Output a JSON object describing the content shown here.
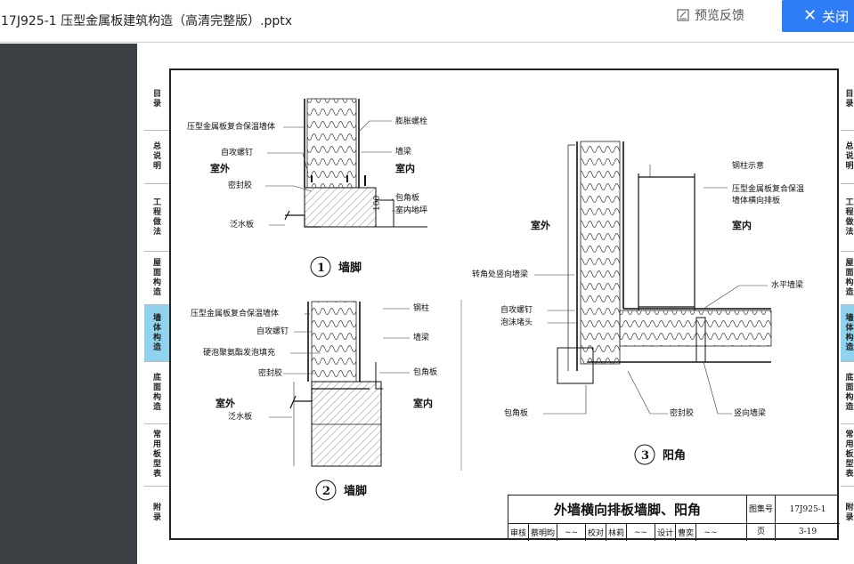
{
  "header": {
    "doc_title": "17J925-1 压型金属板建筑构造（高清完整版）.pptx",
    "feedback_label": "预览反馈",
    "close_label": "关闭"
  },
  "tabs": [
    {
      "label": "目录",
      "active": false
    },
    {
      "label": "总说明",
      "active": false
    },
    {
      "label": "工程做法",
      "active": false
    },
    {
      "label": "屋面构造",
      "active": false
    },
    {
      "label": "墙体构造",
      "active": true
    },
    {
      "label": "底面构造",
      "active": false
    },
    {
      "label": "常用板型表",
      "active": false
    },
    {
      "label": "附录",
      "active": false
    }
  ],
  "drawing": {
    "d1": {
      "labels": {
        "panel": "压型金属板复合保温墙体",
        "screw": "自攻螺钉",
        "outside": "室外",
        "sealant": "密封胶",
        "flashing": "泛水板",
        "bolt": "膨胀螺栓",
        "girt": "墙梁",
        "inside": "室内",
        "corner": "包角板",
        "floor": "室内地坪",
        "dim": "100"
      },
      "num": "1",
      "caption": "墙脚"
    },
    "d2": {
      "labels": {
        "panel": "压型金属板复合保温墙体",
        "screw": "自攻螺钉",
        "foam": "硬泡聚氨酯发泡填充",
        "sealant": "密封胶",
        "outside": "室外",
        "flashing": "泛水板",
        "column": "钢柱",
        "girt": "墙梁",
        "corner": "包角板",
        "inside": "室内"
      },
      "num": "2",
      "caption": "墙脚"
    },
    "d3": {
      "labels": {
        "column": "钢柱示意",
        "panel": "压型金属板复合保温",
        "panel2": "墙体横向排板",
        "outside": "室外",
        "inside": "室内",
        "corner_girt": "转角处竖向墙梁",
        "hgirt": "水平墙梁",
        "screw": "自攻螺钉",
        "foam": "泡沫堵头",
        "corner": "包角板",
        "sealant": "密封胶",
        "vgirt": "竖向墙梁"
      },
      "num": "3",
      "caption": "阳角"
    }
  },
  "title_block": {
    "title": "外墙横向排板墙脚、阳角",
    "atlas_label": "图集号",
    "atlas_no": "17J925-1",
    "page_label": "页",
    "page_no": "3-19",
    "review_label": "审核",
    "reviewer": "蔡明昀",
    "check_label": "校对",
    "checker": "林莉",
    "design_label": "设计",
    "designer": "曹奕"
  }
}
